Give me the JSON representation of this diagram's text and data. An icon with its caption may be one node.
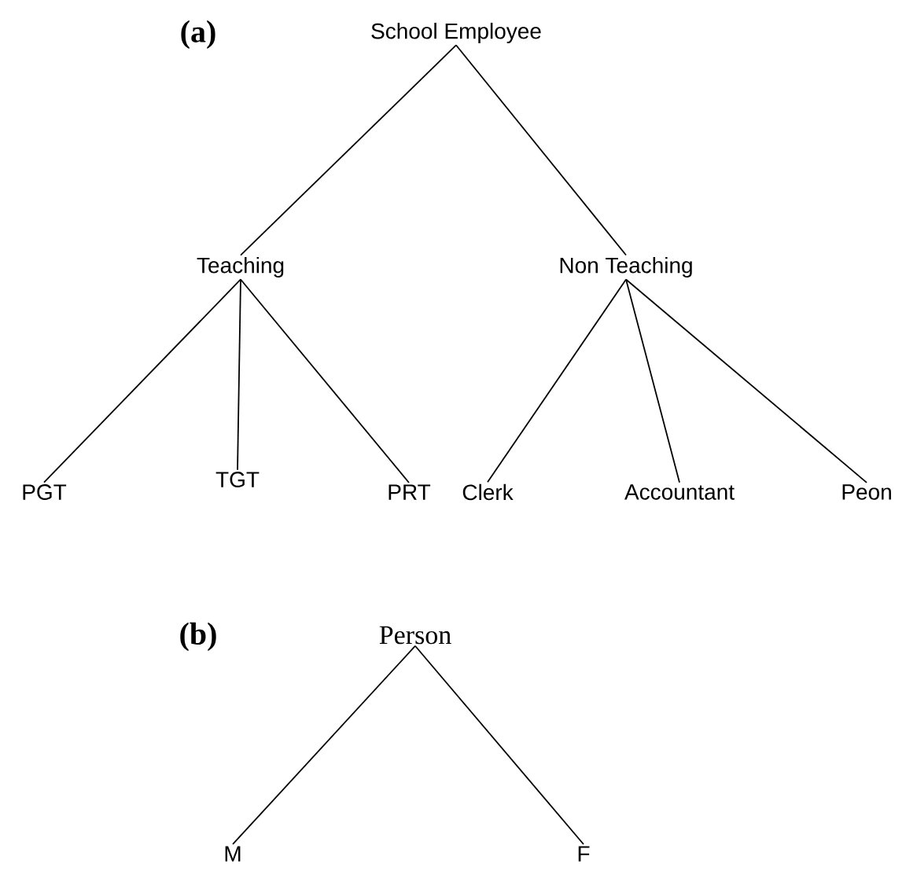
{
  "diagram": {
    "nodes": [
      {
        "text": [
          "School Employee"
        ]
      },
      {
        "text": [
          "Teaching"
        ]
      },
      {
        "text": [
          "Non Teaching"
        ]
      },
      {
        "text": [
          "PGT"
        ]
      },
      {
        "text": [
          "TGT"
        ]
      },
      {
        "text": [
          "PRT"
        ]
      },
      {
        "text": [
          "Clerk"
        ]
      },
      {
        "text": [
          "Accountant"
        ]
      },
      {
        "text": [
          "Peon"
        ]
      },
      {
        "text": [
          "Person"
        ]
      },
      {
        "text": [
          "M"
        ]
      },
      {
        "text": [
          "F"
        ]
      }
    ],
    "edges": [
      {
        "from": 0,
        "to": 1,
        "arrow": "none"
      },
      {
        "from": 0,
        "to": 2,
        "arrow": "none"
      },
      {
        "from": 1,
        "to": 3,
        "arrow": "none"
      },
      {
        "from": 1,
        "to": 4,
        "arrow": "none"
      },
      {
        "from": 1,
        "to": 5,
        "arrow": "none"
      },
      {
        "from": 2,
        "to": 6,
        "arrow": "none"
      },
      {
        "from": 2,
        "to": 7,
        "arrow": "none"
      },
      {
        "from": 2,
        "to": 8,
        "arrow": "none"
      },
      {
        "from": 9,
        "to": 10,
        "arrow": "none"
      },
      {
        "from": 9,
        "to": 11,
        "arrow": "none"
      }
    ],
    "labels": [
      "(a)",
      "(b)"
    ]
  }
}
